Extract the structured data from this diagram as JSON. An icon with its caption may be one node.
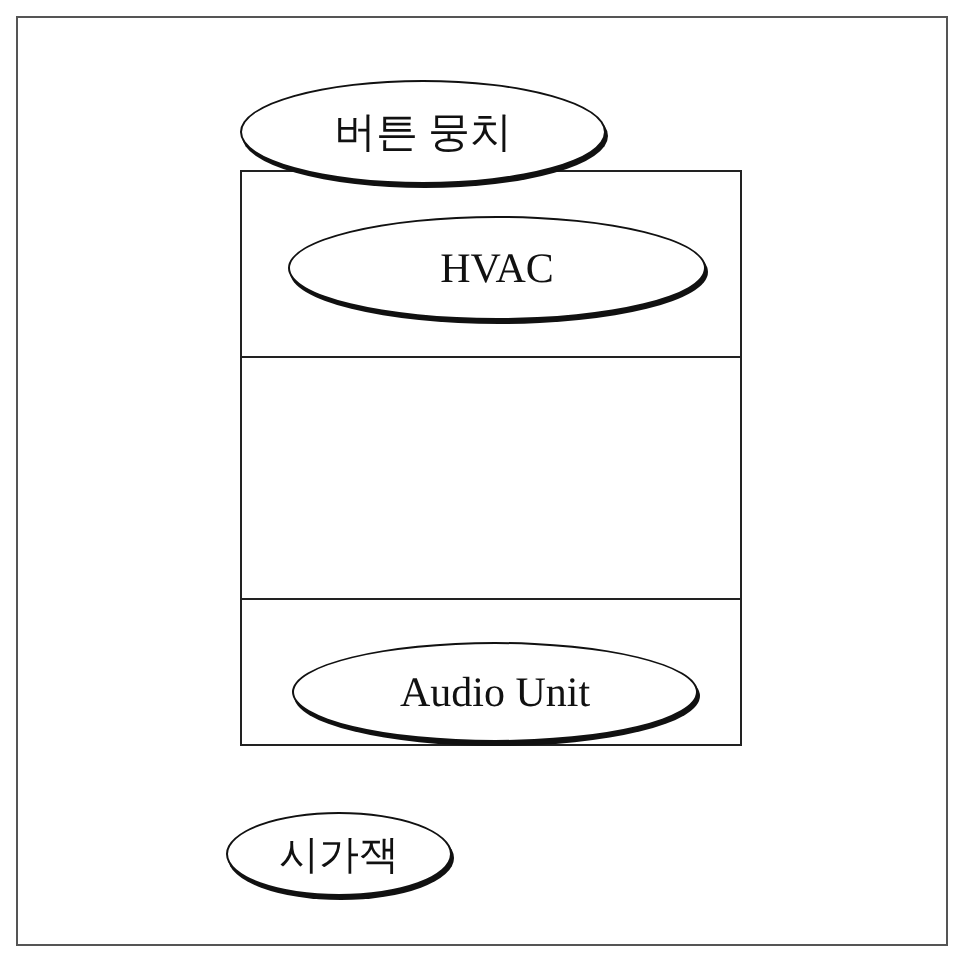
{
  "diagram": {
    "nodes": [
      {
        "text": [
          "버튼 뭉치"
        ]
      },
      {
        "text": [],
        "shape": "box"
      },
      {
        "text": [],
        "shape": "box",
        "in": 1
      },
      {
        "text": [
          "HVAC"
        ],
        "in": 2
      },
      {
        "text": [],
        "shape": "box",
        "in": 1
      },
      {
        "text": [],
        "shape": "box",
        "in": 1
      },
      {
        "text": [
          "Audio Unit"
        ],
        "in": 5
      },
      {
        "text": [
          "시가잭"
        ]
      }
    ]
  }
}
